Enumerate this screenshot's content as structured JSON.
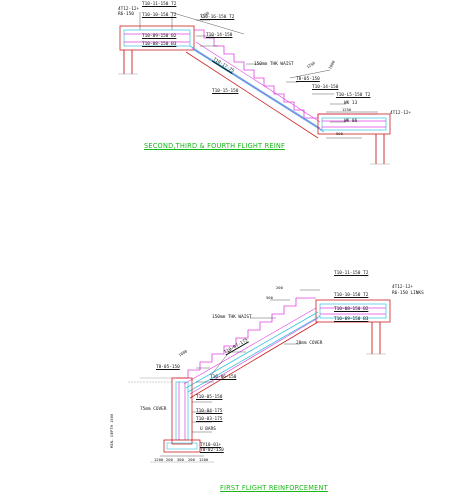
{
  "colors": {
    "magenta": "#e040e0",
    "cyan": "#36c4e0",
    "green": "#22b022",
    "red": "#cc2020",
    "ink": "#111111",
    "grey": "#888888"
  },
  "upper": {
    "title": "SECOND,THIRD & FOURTH FLIGHT REINF",
    "labels": {
      "l1": "4T12-12+",
      "l2": "R6-150",
      "l3": "T10-11-150 T2",
      "l4": "T10-10-150 T2",
      "l5": "T10-16-150 T2",
      "l6": "T10-09-150 B2",
      "l7": "T10-08-150 B3",
      "l8": "T10-14-150",
      "l9": "T10-17-75",
      "l10": "T10-15-150",
      "l11": "150mm THK WAIST",
      "l12": "T8-05-150",
      "l13": "T10-14-150",
      "l14": "T10-L5-150 T2",
      "l15": "WK 13",
      "l16": "WK 06",
      "l17": "500",
      "l18": "1150",
      "l19": "1250",
      "l20": "1250",
      "l21": "1600",
      "l22": "4T12-12+"
    }
  },
  "lower": {
    "title": "FIRST FLIGHT REINFORCEMENT",
    "labels": {
      "m1": "T10-11-150 T2",
      "m2": "4T12-12+",
      "m3": "R6-150 LINKS",
      "m4": "T10-10-150 T2",
      "m5": "T10-08-150 B2",
      "m6": "T10-09-150 B3",
      "m7": "150mm THK WAIST",
      "m8": "T10-07-175",
      "m9": "T8-05-150",
      "m10": "20mm COVER",
      "m11": "T10-06-150",
      "m12": "T10-05-150",
      "m13": "75mm COVER",
      "m14": "T10-04-175",
      "m15": "T10-03-175",
      "m16": "U BARS",
      "m17": "TY10-01+",
      "m18": "T8-02-150",
      "m19": "1600",
      "m20": "200",
      "m21": "500",
      "m22": "MIN. DEPTH 1500",
      "m23": "1200",
      "m24": "200",
      "m25": "300",
      "m26": "200",
      "m27": "1200"
    }
  }
}
